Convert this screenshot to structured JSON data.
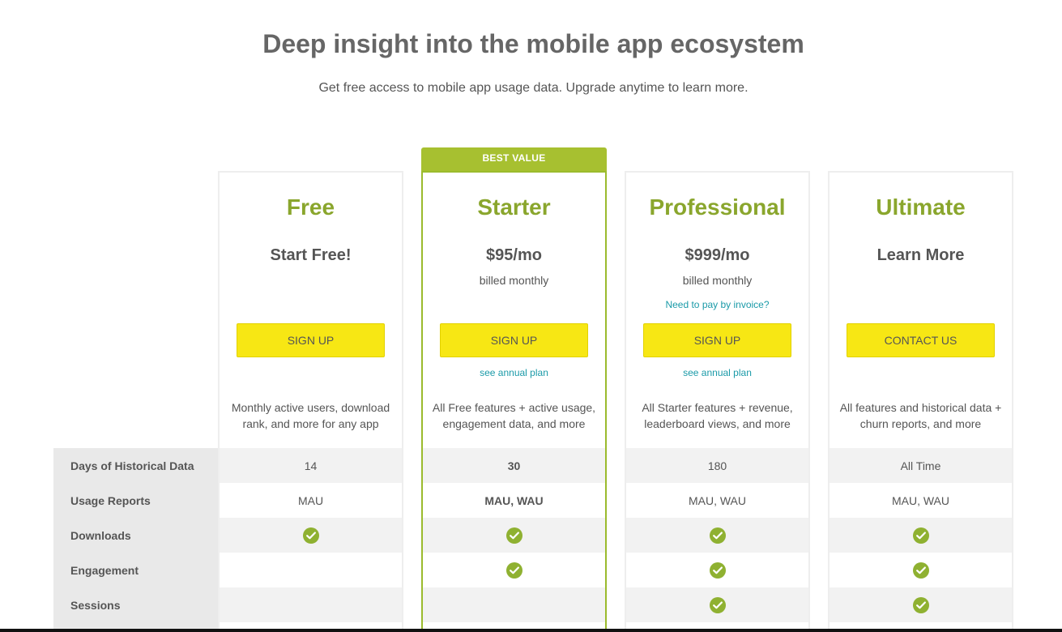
{
  "header": {
    "title": "Deep insight into the mobile app ecosystem",
    "subtitle": "Get free access to mobile app usage data. Upgrade anytime to learn more."
  },
  "badge": "BEST VALUE",
  "features": [
    "Days of Historical Data",
    "Usage Reports",
    "Downloads",
    "Engagement",
    "Sessions"
  ],
  "plans": [
    {
      "name": "Free",
      "price": "Start Free!",
      "billing": "",
      "invoice": "",
      "button": "SIGN UP",
      "annual": "",
      "description": "Monthly active users, download rank, and more for any app",
      "history": "14",
      "usage": "MAU",
      "downloads": true,
      "engagement": false,
      "sessions": false
    },
    {
      "name": "Starter",
      "price": "$95/mo",
      "billing": "billed monthly",
      "invoice": "",
      "button": "SIGN UP",
      "annual": "see annual plan",
      "description": "All Free features + active usage, engagement data, and more",
      "history": "30",
      "usage": "MAU, WAU",
      "downloads": true,
      "engagement": true,
      "sessions": false
    },
    {
      "name": "Professional",
      "price": "$999/mo",
      "billing": "billed monthly",
      "invoice": "Need to pay by invoice?",
      "button": "SIGN UP",
      "annual": "see annual plan",
      "description": "All Starter features + revenue, leaderboard views, and more",
      "history": "180",
      "usage": "MAU, WAU",
      "downloads": true,
      "engagement": true,
      "sessions": true
    },
    {
      "name": "Ultimate",
      "price": "Learn More",
      "billing": "",
      "invoice": "",
      "button": "CONTACT US",
      "annual": "",
      "description": "All features and historical data + churn reports, and more",
      "history": "All Time",
      "usage": "MAU, WAU",
      "downloads": true,
      "engagement": true,
      "sessions": true
    }
  ],
  "colors": {
    "accent_green": "#8aa62d",
    "badge_green": "#a7c030",
    "button_yellow": "#f7e714",
    "link_teal": "#1a9aa8",
    "check_green": "#8fb131"
  },
  "icons": {
    "included": "check-circle-icon"
  }
}
